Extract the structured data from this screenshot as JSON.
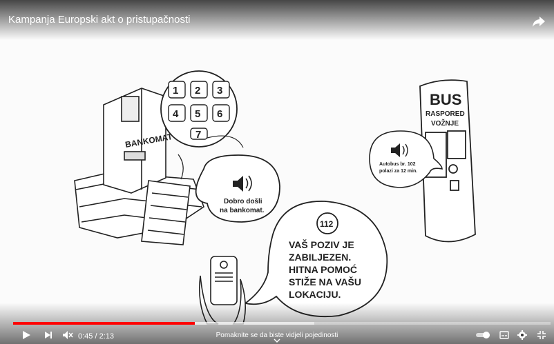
{
  "video": {
    "title": "Kampanja Europski akt o pristupačnosti",
    "share_icon": "share-arrow-icon"
  },
  "scene": {
    "atm": {
      "label": "BANKOMAT",
      "bubble_text_1": "Dobro došli",
      "bubble_text_2": "na bankomat."
    },
    "braille_keys": [
      "1",
      "2",
      "3",
      "4",
      "5",
      "6",
      "7"
    ],
    "bus_stop": {
      "title": "BUS",
      "subtitle_1": "RASPORED",
      "subtitle_2": "VOŽNJE",
      "bubble_text_1": "Autobus br. 102",
      "bubble_text_2": "polazi za 12 min."
    },
    "emergency": {
      "number": "112",
      "lines": [
        "VAŠ POZIV JE",
        "ZABILJEZEN.",
        "HITNA POMOĆ",
        "STIŽE NA VAŠU",
        "LOKACIJU."
      ]
    }
  },
  "player": {
    "current_time": "0:45",
    "duration": "2:13",
    "time_display": "0:45 / 2:13",
    "played_fraction": 0.338,
    "loaded_fraction": 0.56,
    "hint": "Pomaknite se da biste vidjeli pojedinosti",
    "accent_color": "#ff0000",
    "icons": [
      "play-icon",
      "next-icon",
      "mute-icon",
      "autoplay-toggle-icon",
      "subtitles-icon",
      "settings-gear-icon",
      "fullscreen-exit-icon"
    ]
  }
}
